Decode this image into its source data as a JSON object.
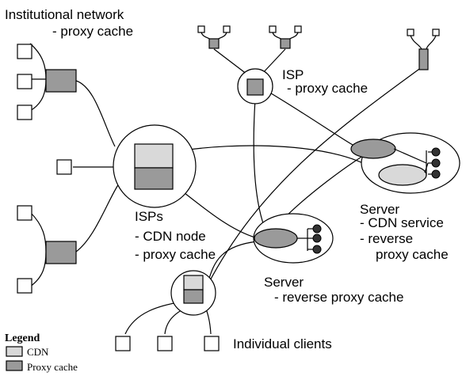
{
  "labels": {
    "institutional_line1": "Institutional network",
    "institutional_line2": "- proxy cache",
    "isp_line1": "ISP",
    "isp_line2": "- proxy cache",
    "isps_line1": "ISPs",
    "isps_line2": "- CDN node",
    "isps_line3": "- proxy cache",
    "server_cdn_line1": "Server",
    "server_cdn_line2": "- CDN service",
    "server_cdn_line3": "- reverse",
    "server_cdn_line4": "proxy cache",
    "server_rev_line1": "Server",
    "server_rev_line2": "- reverse proxy cache",
    "individual_clients": "Individual clients"
  },
  "legend": {
    "title": "Legend",
    "items": [
      {
        "label": "CDN",
        "color": "#d9d9d9"
      },
      {
        "label": "Proxy cache",
        "color": "#9a9a9a"
      }
    ]
  },
  "colors": {
    "cdn": "#d9d9d9",
    "proxy_cache": "#9a9a9a"
  }
}
